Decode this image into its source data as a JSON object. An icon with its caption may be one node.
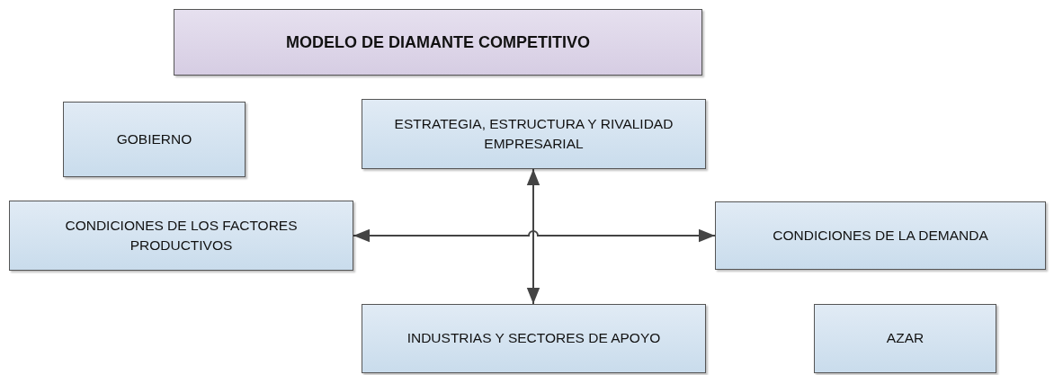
{
  "diagram": {
    "nodes": [
      {
        "text": [
          "MODELO DE DIAMANTE COMPETITIVO"
        ]
      },
      {
        "text": [
          "GOBIERNO"
        ]
      },
      {
        "text": [
          "ESTRATEGIA, ESTRUCTURA Y RIVALIDAD EMPRESARIAL"
        ]
      },
      {
        "text": [
          "CONDICIONES DE LOS FACTORES PRODUCTIVOS"
        ]
      },
      {
        "text": [
          "CONDICIONES DE LA DEMANDA"
        ]
      },
      {
        "text": [
          "INDUSTRIAS Y SECTORES DE APOYO"
        ]
      },
      {
        "text": [
          "AZAR"
        ]
      }
    ],
    "edges": [
      {
        "from": 3,
        "to": 4,
        "arrow": "both"
      },
      {
        "from": 2,
        "to": 5,
        "arrow": "both"
      }
    ]
  }
}
